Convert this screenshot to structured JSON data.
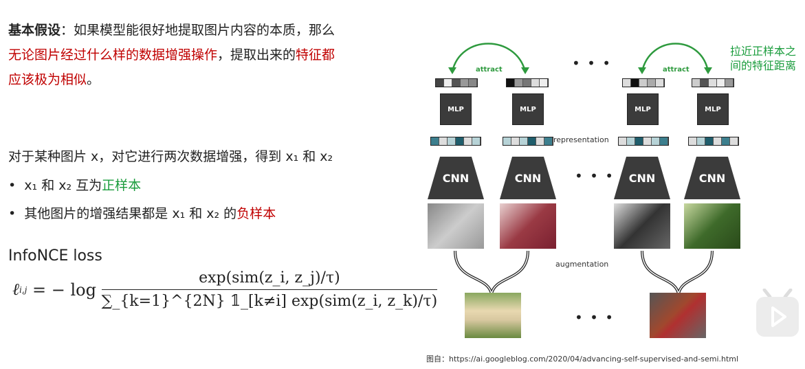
{
  "intro": {
    "heading": "基本假设",
    "colon": "：",
    "line1_rest": "如果模型能很好地提取图片内容的本质，那么",
    "line2_red": "无论图片经过什么样的数据增强操作",
    "line2_mid": "，提取出来的",
    "line2_red2": "特征都",
    "line3_red": "应该极为相似",
    "line3_end": "。"
  },
  "section": {
    "line": "对于某种图片 x，对它进行两次数据增强，得到 x₁ 和 x₂",
    "bullet1_pre": "x₁ 和 x₂ 互为",
    "bullet1_green": "正样本",
    "bullet2_pre": "其他图片的增强结果都是 x₁ 和 x₂ 的",
    "bullet2_red": "负样本"
  },
  "loss": {
    "title": "InfoNCE loss",
    "lhs": "ℓ",
    "lhs_sub": "i,j",
    "eq": " = − log ",
    "numerator": "exp(sim(z_i, z_j)/τ)",
    "denominator": "∑_{k=1}^{2N} 𝟙_[k≠i] exp(sim(z_i, z_k)/τ)"
  },
  "diagram": {
    "attract": "attract",
    "mlp": "MLP",
    "cnn": "CNN",
    "representation": "representation",
    "augmentation": "augmentation",
    "ellipsis": "• • •",
    "annotation_line1": "拉近正样本之",
    "annotation_line2": "间的特征距离",
    "caption": "图自：https://ai.googleblog.com/2020/04/advancing-self-supervised-and-semi.html"
  },
  "colors": {
    "red": "#c00000",
    "green": "#1a9c3c",
    "block": "#3b3b3b"
  }
}
